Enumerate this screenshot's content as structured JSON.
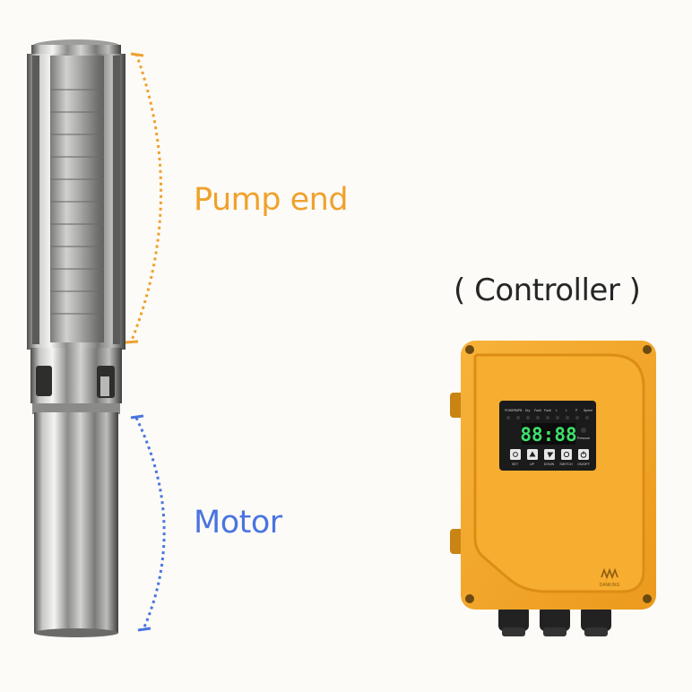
{
  "labels": {
    "pump_end": "Pump end",
    "motor": "Motor",
    "controller": "( Controller )"
  },
  "controller_panel": {
    "indicators": [
      "POWER",
      "MPB",
      "Dry",
      "Fault",
      "Fault",
      "L",
      "L",
      "P",
      "Speed"
    ],
    "display_value": "88:88",
    "pressure_label": "Pressure",
    "buttons": [
      "SET",
      "UP",
      "DOWN",
      "SWITCH",
      "ON/OFF"
    ],
    "brand": "DANKING"
  },
  "colors": {
    "pump_end": "#f0a12c",
    "motor": "#4a74e0",
    "controller_body": "#f5a623",
    "controller_dark": "#d98a12",
    "display_digits": "#3ee06a",
    "panel": "#1b1b1b",
    "cable_gland": "#222222",
    "steel_light": "#e6e6e4",
    "steel_dark": "#5a5a58"
  }
}
